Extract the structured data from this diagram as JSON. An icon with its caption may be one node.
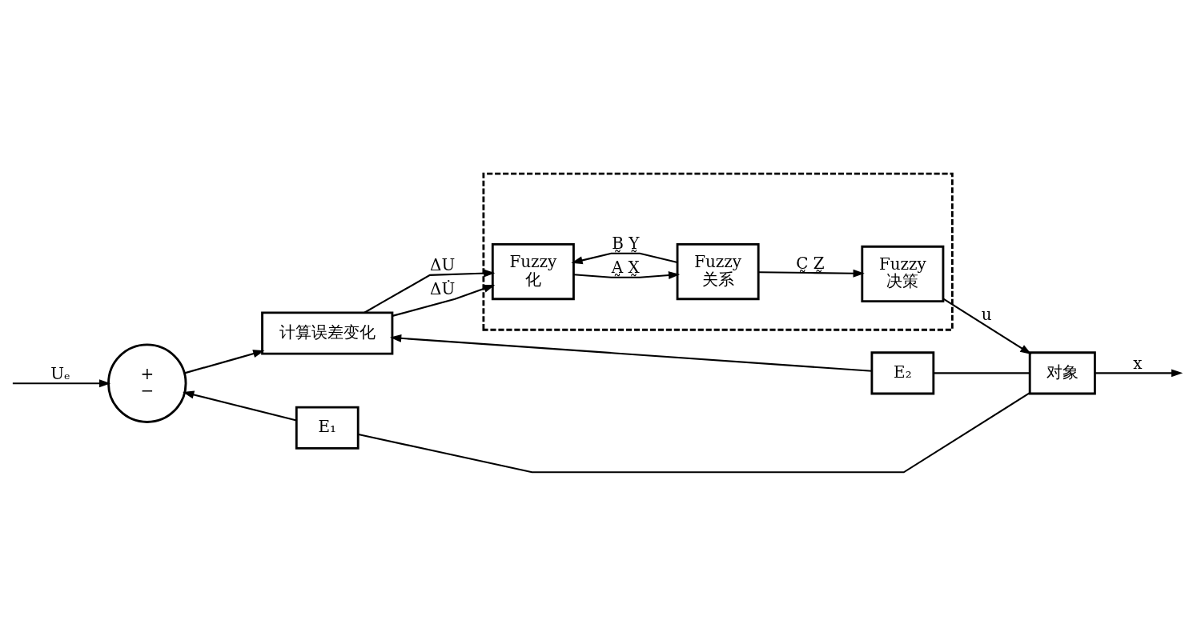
{
  "diagram": {
    "nodes": [
      {
        "text": [
          "+",
          "−"
        ]
      },
      {
        "text": [
          "计算误差变化"
        ]
      },
      {
        "text": [],
        "shape": "box"
      },
      {
        "text": [
          "Fuzzy",
          "化"
        ],
        "in": 2
      },
      {
        "text": [
          "Fuzzy",
          "关系"
        ],
        "in": 2
      },
      {
        "text": [
          "Fuzzy",
          "决策"
        ],
        "in": 2
      },
      {
        "text": [
          "对象"
        ]
      },
      {
        "text": [
          "E₂"
        ]
      },
      {
        "text": [
          "E₁"
        ]
      }
    ],
    "edges": [
      {
        "from": null,
        "to": 0,
        "arrow": "to",
        "label": "Uₑ"
      },
      {
        "from": 0,
        "to": 1,
        "arrow": "to"
      },
      {
        "from": 1,
        "to": 3,
        "arrow": "to",
        "label": "ΔU"
      },
      {
        "from": 1,
        "to": 3,
        "arrow": "to",
        "label": "ΔU̇"
      },
      {
        "from": 3,
        "to": 4,
        "arrow": "to",
        "label": "A̰ X̰"
      },
      {
        "from": 4,
        "to": 3,
        "arrow": "to",
        "label": "B̰ Y̰"
      },
      {
        "from": 4,
        "to": 5,
        "arrow": "to",
        "label": "C̰ Z̰"
      },
      {
        "from": 5,
        "to": 6,
        "arrow": "to",
        "label": "u"
      },
      {
        "from": 6,
        "to": null,
        "arrow": "to",
        "label": "x"
      },
      {
        "from": 6,
        "to": 7,
        "arrow": "none"
      },
      {
        "from": 7,
        "to": 1,
        "arrow": "to"
      },
      {
        "from": 6,
        "to": 8,
        "arrow": "none"
      },
      {
        "from": 8,
        "to": 0,
        "arrow": "to"
      }
    ]
  }
}
